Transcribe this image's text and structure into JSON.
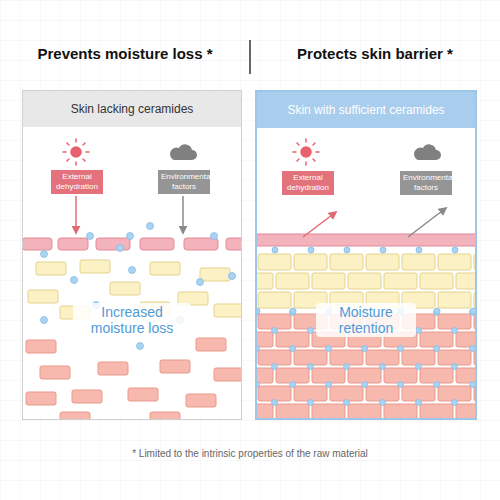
{
  "diagram": {
    "caption": "* Limited to the intrinsic properties of the raw material",
    "nodes": [
      {
        "text": [
          "Skin lacking ceramides"
        ]
      },
      {
        "text": [
          "External dehydration"
        ],
        "in": 0
      },
      {
        "text": [
          "Environmental factors"
        ],
        "in": 0
      },
      {
        "text": [
          "Skin with sufficient ceramides"
        ]
      },
      {
        "text": [
          "External dehydration"
        ],
        "in": 3
      },
      {
        "text": [
          "Environmental factors"
        ],
        "in": 3
      }
    ],
    "edges": [],
    "labels": [
      "Prevents moisture loss *",
      "Protects skin barrier *",
      "Increased moisture loss",
      "Moisture retention"
    ]
  }
}
